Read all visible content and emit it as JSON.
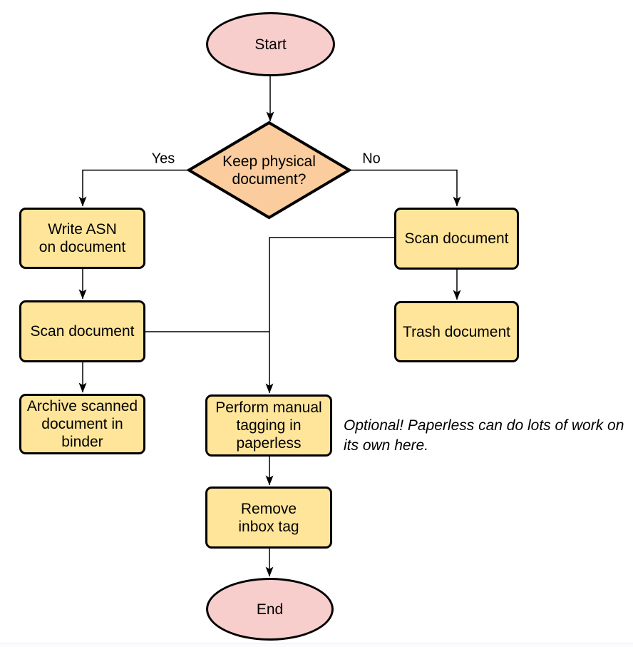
{
  "diagram": {
    "colors": {
      "background": "#FFFFFF",
      "terminal_fill": "#F8CECC",
      "decision_fill": "#FBCC9D",
      "process_fill": "#FFE59A",
      "stroke": "#000000"
    },
    "nodes": {
      "start": {
        "label": "Start"
      },
      "decision": {
        "lines": [
          "Keep physical",
          "document?"
        ]
      },
      "write_asn": {
        "lines": [
          "Write ASN",
          "on document"
        ]
      },
      "scan_left": {
        "label": "Scan document"
      },
      "archive": {
        "lines": [
          "Archive scanned",
          "document in",
          "binder"
        ]
      },
      "scan_right": {
        "label": "Scan document"
      },
      "trash": {
        "label": "Trash document"
      },
      "perform_tagging": {
        "lines": [
          "Perform manual",
          "tagging in",
          "paperless"
        ]
      },
      "remove_inbox": {
        "lines": [
          "Remove",
          "inbox tag"
        ]
      },
      "end": {
        "label": "End"
      }
    },
    "edge_labels": {
      "yes": "Yes",
      "no": "No"
    },
    "annotation": {
      "lines": [
        "Optional! Paperless can do lots of work on",
        "its own here."
      ]
    }
  }
}
